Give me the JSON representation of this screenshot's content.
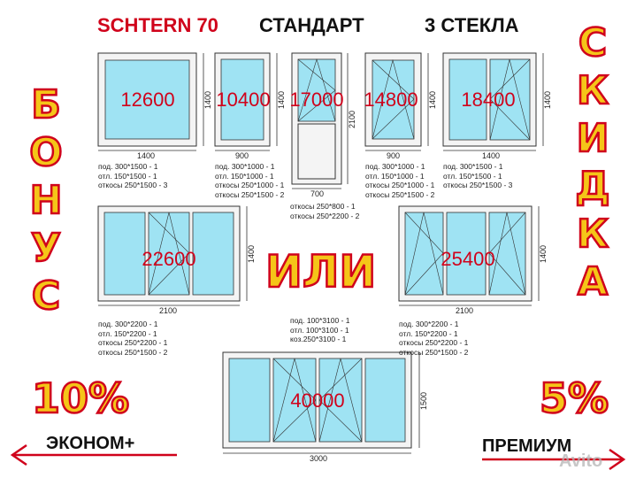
{
  "header": {
    "brand": "SCHTERN 70",
    "standard": "СТАНДАРТ",
    "glass": "3 СТЕКЛА"
  },
  "bonus_letters": [
    "Б",
    "О",
    "Н",
    "У",
    "С"
  ],
  "bonus_percent": "10%",
  "discount_letters": [
    "С",
    "К",
    "И",
    "Д",
    "К",
    "А"
  ],
  "discount_percent": "5%",
  "ili": "ИЛИ",
  "bottom": {
    "left": "ЭКОНОМ+",
    "right": "ПРЕМИУМ"
  },
  "watermark": "Avito",
  "windows": [
    {
      "price": "12600",
      "width": "1400",
      "height": "1400",
      "notes": [
        "под. 300*1500 - 1",
        "отл. 150*1500 - 1",
        "откосы 250*1500 - 3"
      ]
    },
    {
      "price": "10400",
      "width": "900",
      "height": "1400",
      "notes": [
        "под. 300*1000 - 1",
        "отл. 150*1000 - 1",
        "откосы 250*1000 - 1",
        "откосы 250*1500 - 2"
      ]
    },
    {
      "price": "17000",
      "width": "700",
      "height": "2100",
      "notes": [
        "откосы 250*800 - 1",
        "откосы 250*2200 - 2"
      ]
    },
    {
      "price": "14800",
      "width": "900",
      "height": "1400",
      "notes": [
        "под. 300*1000 - 1",
        "отл. 150*1000 - 1",
        "откосы 250*1000 - 1",
        "откосы 250*1500 - 2"
      ]
    },
    {
      "price": "18400",
      "width": "1400",
      "height": "1400",
      "notes": [
        "под. 300*1500 - 1",
        "отл. 150*1500 - 1",
        "откосы 250*1500 - 3"
      ]
    },
    {
      "price": "22600",
      "width": "2100",
      "height": "1400",
      "notes": [
        "под. 300*2200 - 1",
        "отл. 150*2200 - 1",
        "откосы 250*2200 - 1",
        "откосы 250*1500 - 2"
      ]
    },
    {
      "price": "25400",
      "width": "2100",
      "height": "1400",
      "notes": [
        "под. 300*2200 - 1",
        "отл. 150*2200 - 1",
        "откосы 250*2200 - 1",
        "откосы 250*1500 - 2"
      ]
    },
    {
      "price": "40000",
      "width": "3000",
      "height": "1500",
      "notes": [
        "под. 100*3100 - 1",
        "отл. 100*3100 - 1",
        "коз.250*3100 - 1"
      ]
    }
  ]
}
